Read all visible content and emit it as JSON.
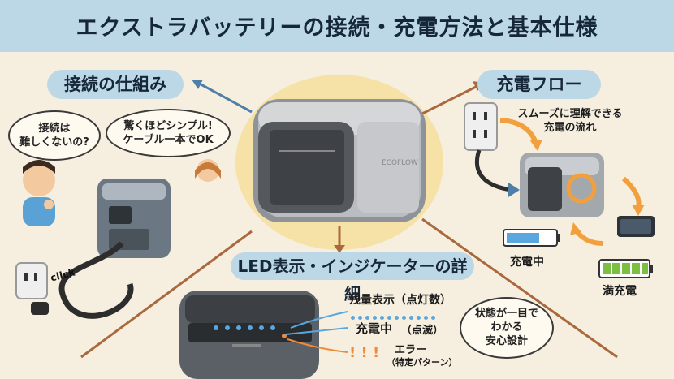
{
  "title": "エクストラバッテリーの接続・充電方法と基本仕様",
  "sections": {
    "connection": {
      "heading": "接続の仕組み",
      "question_line1": "接続は",
      "question_line2": "難しくないの?",
      "answer_line1": "驚くほどシンプル!",
      "answer_line2": "ケーブル一本でOK",
      "click_label": "click"
    },
    "flow": {
      "heading": "充電フロー",
      "caption_line1": "スムーズに理解できる",
      "caption_line2": "充電の流れ",
      "charging_label": "充電中",
      "full_label": "満充電"
    },
    "led": {
      "heading": "LED表示・インジケーターの詳細",
      "remaining_label": "残量表示（点灯数）",
      "charging_label": "充電中",
      "charging_suffix": "（点滅）",
      "error_label": "エラー",
      "error_sub": "（特定パターン）",
      "safety_line1": "状態が一目で",
      "safety_line2": "わかる",
      "safety_line3": "安心設計"
    }
  },
  "product": {
    "brand": "ECOFLOW"
  },
  "colors": {
    "banner": "#bcd8e6",
    "background": "#f6efdf",
    "arrow_blue": "#4d7fa8",
    "arrow_brown": "#a9683d",
    "arrow_orange": "#f2a03d",
    "led_blue": "#5aa7e0",
    "led_orange": "#f08b3a",
    "battery_green": "#7cc043"
  }
}
